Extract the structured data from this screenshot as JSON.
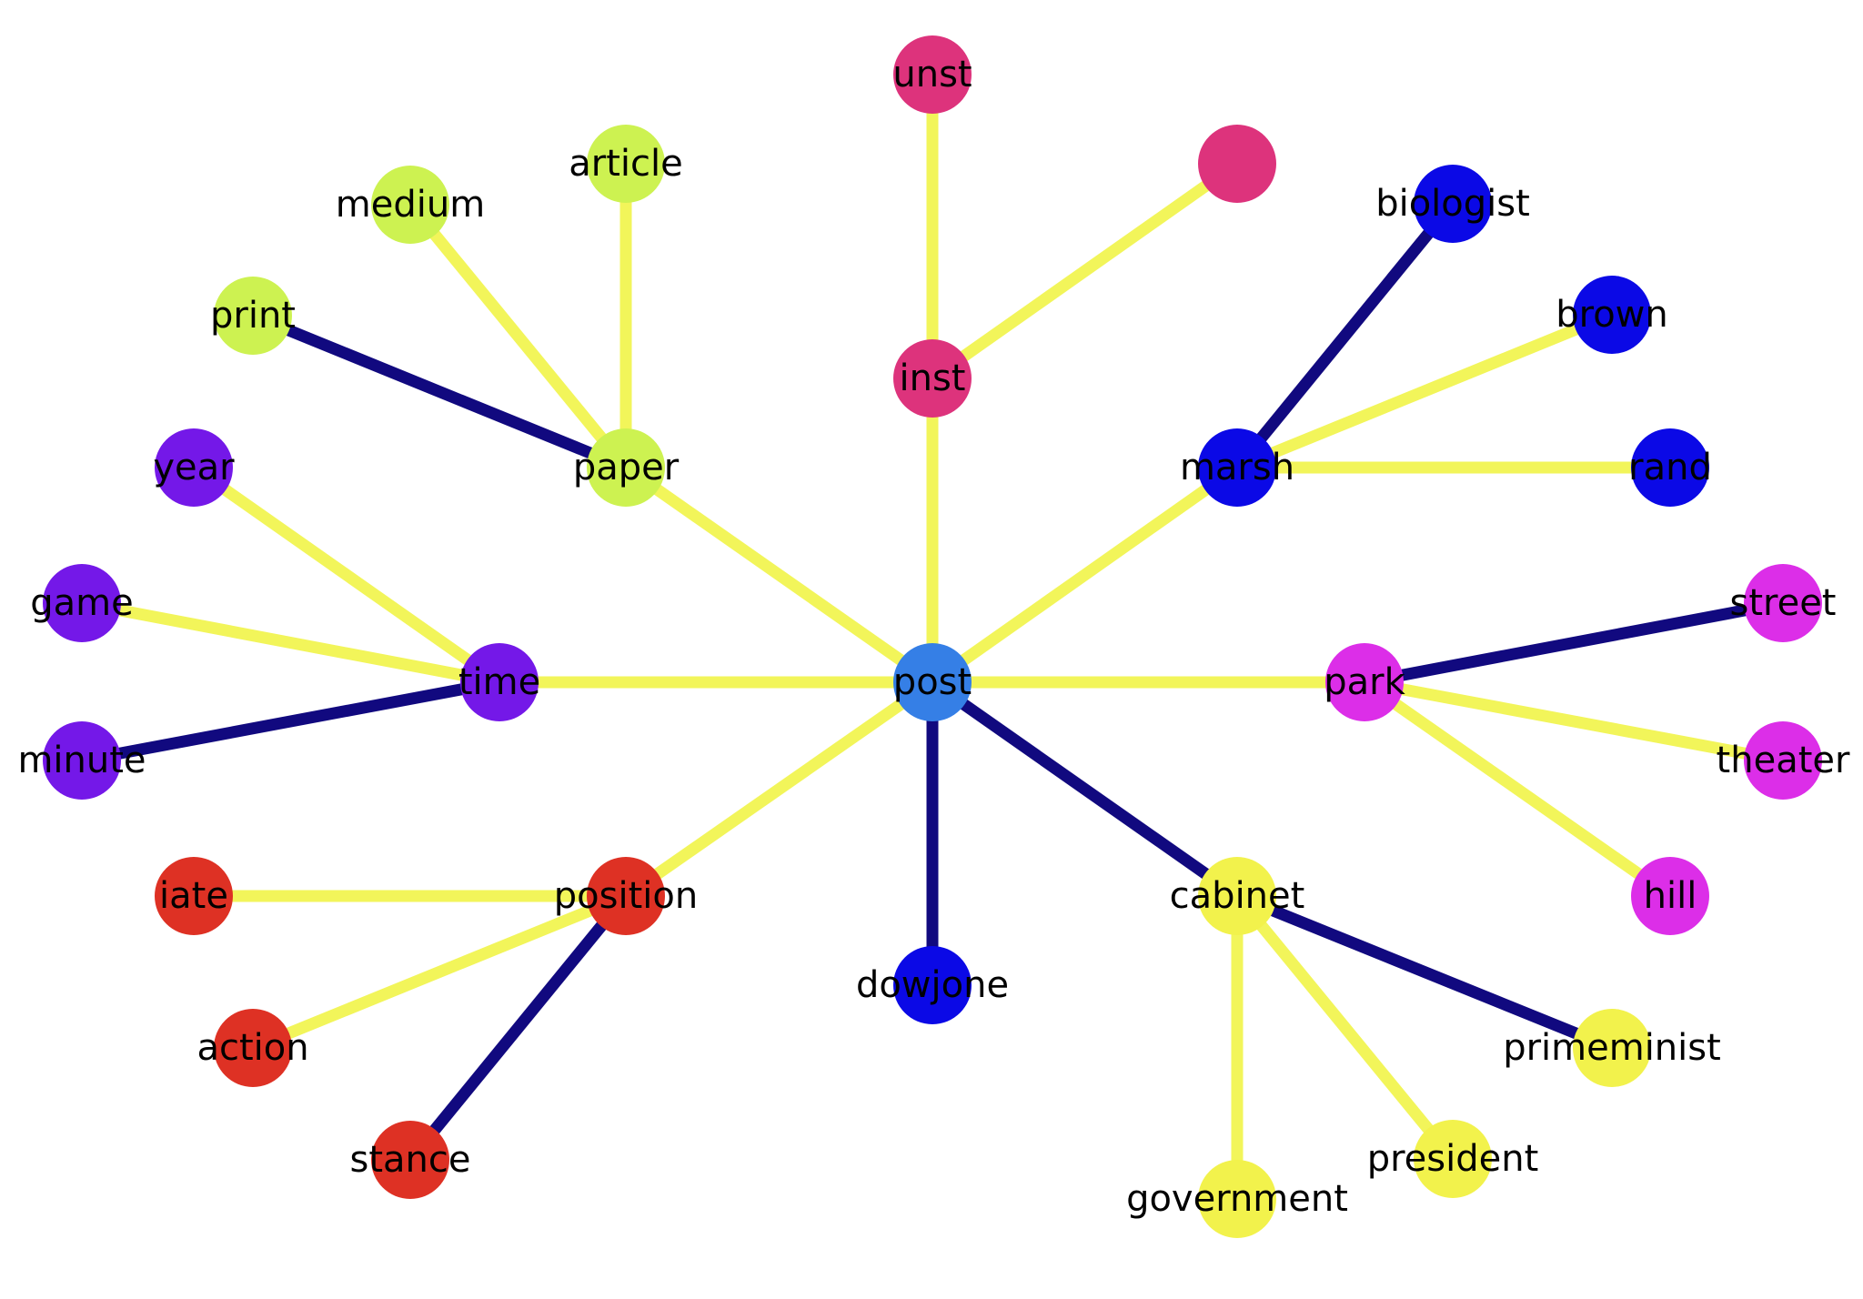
{
  "colors": {
    "edge_yellow": "#f2f55a",
    "edge_navy": "#11097f",
    "label_text": "#000000",
    "background": "#ffffff"
  },
  "nodes": [
    {
      "id": "post",
      "label": "post",
      "color": "#357fe6"
    },
    {
      "id": "unst",
      "label": "unst",
      "color": "#dd337c"
    },
    {
      "id": "inst",
      "label": "inst",
      "color": "#dd337c"
    },
    {
      "id": "unlabeled",
      "label": "",
      "color": "#dd337c"
    },
    {
      "id": "article",
      "label": "article",
      "color": "#cdf251"
    },
    {
      "id": "medium",
      "label": "medium",
      "color": "#cdf251"
    },
    {
      "id": "print",
      "label": "print",
      "color": "#cdf251"
    },
    {
      "id": "paper",
      "label": "paper",
      "color": "#cdf251"
    },
    {
      "id": "biologist",
      "label": "biologist",
      "color": "#0b09e6"
    },
    {
      "id": "brown",
      "label": "brown",
      "color": "#0b09e6"
    },
    {
      "id": "marsh",
      "label": "marsh",
      "color": "#0b09e6"
    },
    {
      "id": "rand",
      "label": "rand",
      "color": "#0b09e6"
    },
    {
      "id": "dowjone",
      "label": "dowjone",
      "color": "#0b09e6"
    },
    {
      "id": "year",
      "label": "year",
      "color": "#7418e8"
    },
    {
      "id": "game",
      "label": "game",
      "color": "#7418e8"
    },
    {
      "id": "time",
      "label": "time",
      "color": "#7418e8"
    },
    {
      "id": "minute",
      "label": "minute",
      "color": "#7418e8"
    },
    {
      "id": "street",
      "label": "street",
      "color": "#dc2ee8"
    },
    {
      "id": "park",
      "label": "park",
      "color": "#dc2ee8"
    },
    {
      "id": "theater",
      "label": "theater",
      "color": "#dc2ee8"
    },
    {
      "id": "hill",
      "label": "hill",
      "color": "#dc2ee8"
    },
    {
      "id": "iate",
      "label": "iate",
      "color": "#de3124"
    },
    {
      "id": "position",
      "label": "position",
      "color": "#de3124"
    },
    {
      "id": "action",
      "label": "action",
      "color": "#de3124"
    },
    {
      "id": "stance",
      "label": "stance",
      "color": "#de3124"
    },
    {
      "id": "cabinet",
      "label": "cabinet",
      "color": "#f2f24c"
    },
    {
      "id": "primeminist",
      "label": "primeminist",
      "color": "#f2f24c"
    },
    {
      "id": "president",
      "label": "president",
      "color": "#f2f24c"
    },
    {
      "id": "government",
      "label": "government",
      "color": "#f2f24c"
    }
  ],
  "edges": [
    {
      "from": "unst",
      "to": "inst",
      "kind": "yellow"
    },
    {
      "from": "inst",
      "to": "unlabeled",
      "kind": "yellow"
    },
    {
      "from": "inst",
      "to": "post",
      "kind": "yellow"
    },
    {
      "from": "medium",
      "to": "paper",
      "kind": "yellow"
    },
    {
      "from": "article",
      "to": "paper",
      "kind": "yellow"
    },
    {
      "from": "print",
      "to": "paper",
      "kind": "navy"
    },
    {
      "from": "paper",
      "to": "post",
      "kind": "yellow"
    },
    {
      "from": "biologist",
      "to": "marsh",
      "kind": "navy"
    },
    {
      "from": "brown",
      "to": "marsh",
      "kind": "yellow"
    },
    {
      "from": "rand",
      "to": "marsh",
      "kind": "yellow"
    },
    {
      "from": "marsh",
      "to": "post",
      "kind": "yellow"
    },
    {
      "from": "year",
      "to": "time",
      "kind": "yellow"
    },
    {
      "from": "game",
      "to": "time",
      "kind": "yellow"
    },
    {
      "from": "minute",
      "to": "time",
      "kind": "navy"
    },
    {
      "from": "time",
      "to": "post",
      "kind": "yellow"
    },
    {
      "from": "street",
      "to": "park",
      "kind": "navy"
    },
    {
      "from": "theater",
      "to": "park",
      "kind": "yellow"
    },
    {
      "from": "hill",
      "to": "park",
      "kind": "yellow"
    },
    {
      "from": "park",
      "to": "post",
      "kind": "yellow"
    },
    {
      "from": "iate",
      "to": "position",
      "kind": "yellow"
    },
    {
      "from": "action",
      "to": "position",
      "kind": "yellow"
    },
    {
      "from": "stance",
      "to": "position",
      "kind": "navy"
    },
    {
      "from": "position",
      "to": "post",
      "kind": "yellow"
    },
    {
      "from": "dowjone",
      "to": "post",
      "kind": "navy"
    },
    {
      "from": "cabinet",
      "to": "post",
      "kind": "navy"
    },
    {
      "from": "primeminist",
      "to": "cabinet",
      "kind": "navy"
    },
    {
      "from": "president",
      "to": "cabinet",
      "kind": "yellow"
    },
    {
      "from": "government",
      "to": "cabinet",
      "kind": "yellow"
    }
  ]
}
